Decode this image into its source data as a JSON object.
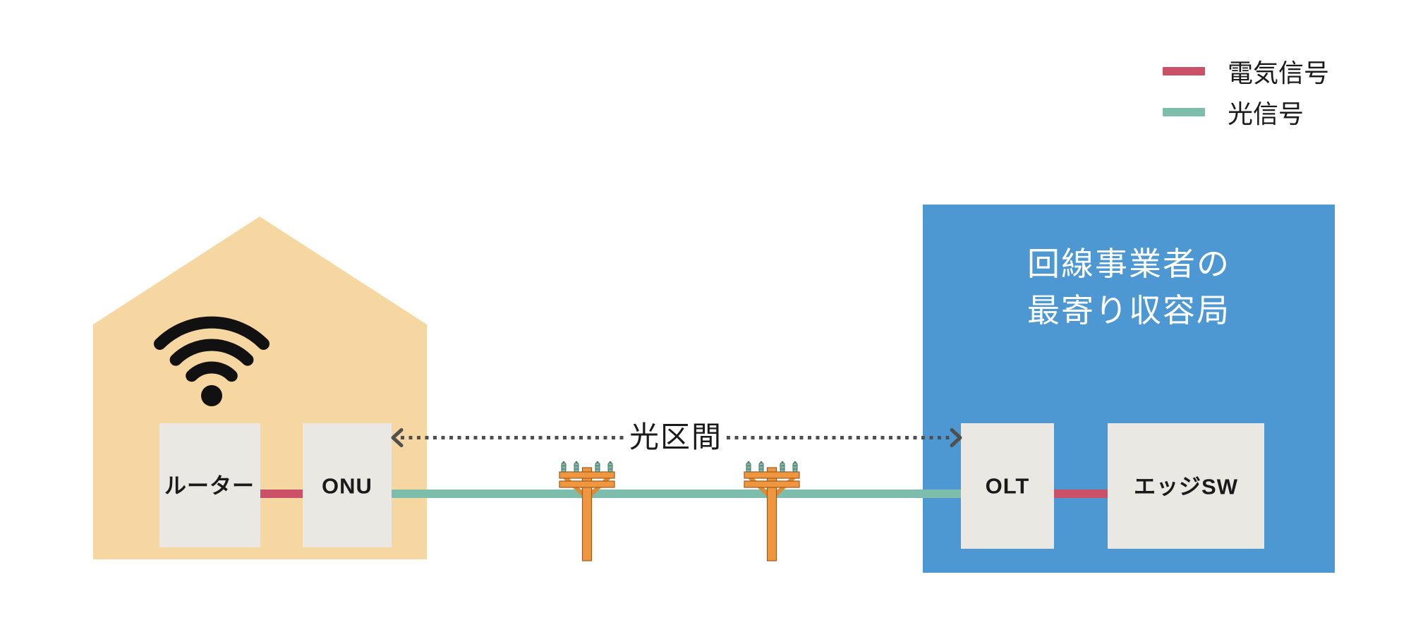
{
  "colors": {
    "background": "#ffffff",
    "electrical_signal": "#cb5168",
    "optical_signal": "#7cbeab",
    "house_fill": "#f6d7a1",
    "device_box_fill": "#eae8e3",
    "central_office_fill": "#4d98d2",
    "pole_orange": "#f0963f",
    "dotted_line": "#4f4f4f",
    "label_text": "#1a1a1a",
    "office_title_text": "#ffffff",
    "wifi_icon": "#111111"
  },
  "icons": {
    "wifi": "wifi-icon",
    "utility_pole": "utility-pole-icon",
    "arrow_left": "arrowhead-left-icon",
    "arrow_right": "arrowhead-right-icon"
  },
  "legend": {
    "items": [
      {
        "label": "電気信号",
        "color": "#cb5168"
      },
      {
        "label": "光信号",
        "color": "#7cbeab"
      }
    ]
  },
  "home": {
    "devices": [
      {
        "label": "ルーター"
      },
      {
        "label": "ONU"
      }
    ]
  },
  "optical_section": {
    "label": "光区間"
  },
  "central_office": {
    "title_line1": "回線事業者の",
    "title_line2": "最寄り収容局",
    "devices": [
      {
        "label": "OLT"
      },
      {
        "label": "エッジSW"
      }
    ]
  }
}
